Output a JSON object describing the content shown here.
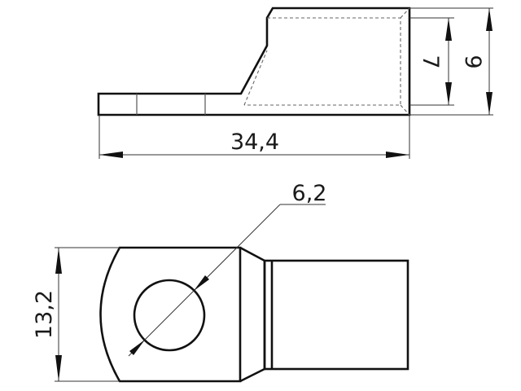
{
  "drawing": {
    "subject": "cable lug",
    "side_view": {
      "dimensions": {
        "overall_length": "34,4",
        "inner_height": "7",
        "outer_height": "9"
      }
    },
    "top_view": {
      "dimensions": {
        "hole_diameter": "6,2",
        "palm_width": "13,2"
      }
    },
    "colors": {
      "line": "#111111",
      "hidden_line": "#666666",
      "background": "#ffffff"
    }
  }
}
